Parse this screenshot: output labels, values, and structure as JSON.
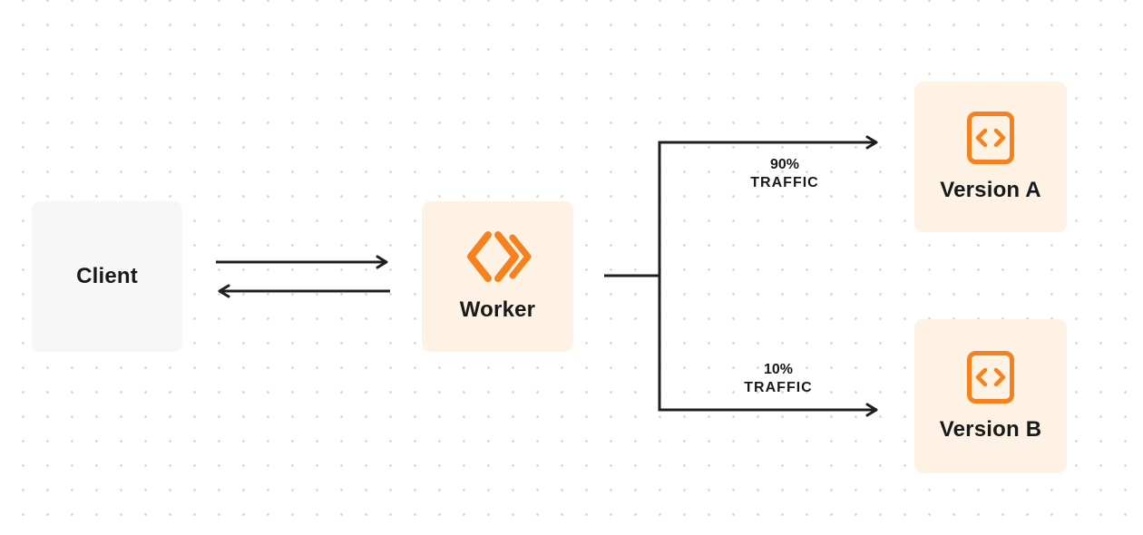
{
  "diagram": {
    "client": {
      "label": "Client"
    },
    "worker": {
      "label": "Worker",
      "icon": "cloudflare-workers-chevrons-icon"
    },
    "version_a": {
      "label": "Version A",
      "icon": "code-window-icon"
    },
    "version_b": {
      "label": "Version B",
      "icon": "code-window-icon"
    },
    "traffic_top": {
      "percent": "90%",
      "word": "TRAFFIC"
    },
    "traffic_bottom": {
      "percent": "10%",
      "word": "TRAFFIC"
    },
    "colors": {
      "accent": "#F6821F",
      "cream": "#FDF2E3",
      "gray": "#F7F7F8",
      "line": "#1D1F20",
      "ink": "#17191B",
      "dots": "#D9D9D9"
    }
  }
}
